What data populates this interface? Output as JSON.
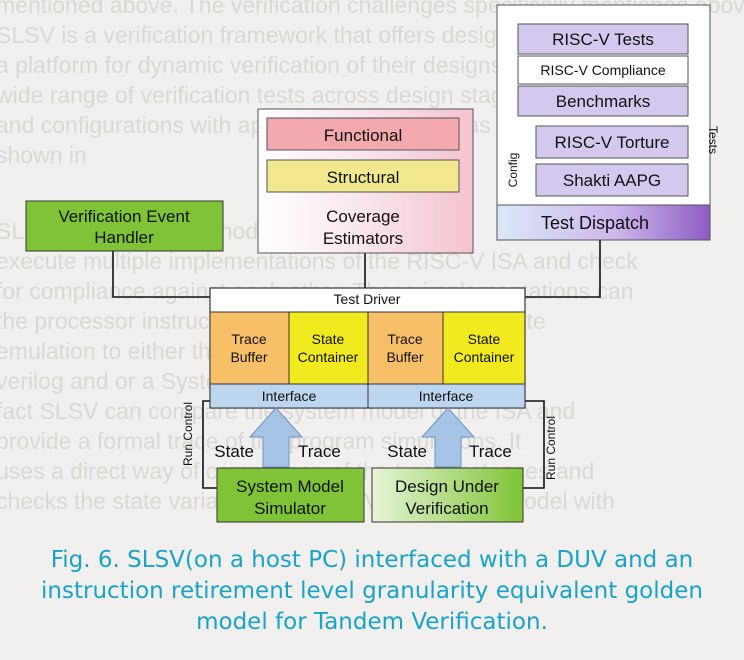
{
  "diagram": {
    "coverage": {
      "functional": "Functional",
      "structural": "Structural",
      "estimators_line1": "Coverage",
      "estimators_line2": "Estimators"
    },
    "riscv": {
      "tests": "RISC-V Tests",
      "compliance": "RISC-V Compliance",
      "benchmarks": "Benchmarks",
      "torture": "RISC-V Torture",
      "aapg": "Shakti AAPG",
      "dispatch": "Test Dispatch",
      "config": "Config",
      "tests_arrow": "Tests"
    },
    "event_handler": {
      "line1": "Verification Event",
      "line2": "Handler"
    },
    "test_driver": {
      "title": "Test Driver",
      "trace_buffer_line1": "Trace",
      "trace_buffer_line2": "Buffer",
      "state_container_line1": "State",
      "state_container_line2": "Container",
      "interface": "Interface"
    },
    "run_control": "Run Control",
    "state": "State",
    "trace": "Trace",
    "system_model": {
      "line1": "System Model",
      "line2": "Simulator"
    },
    "duv": {
      "line1": "Design Under",
      "line2": "Verification"
    }
  },
  "caption": {
    "line1": "Fig. 6. SLSV(on a host PC) interfaced with a DUV and an",
    "line2": "instruction retirement level granularity equivalent golden",
    "line3": "model for Tandem Verification."
  },
  "colors": {
    "coverage_pink": "#f4a9ae",
    "yellow": "#f1ea1f",
    "orange": "#f7bf68",
    "green": "#7fc436",
    "lavender": "#d4c8ee",
    "purple": "#8e5cc4",
    "interface_blue": "#bcd6ef",
    "arrow_blue": "#a6c4e6",
    "caption": "#1aa3c8"
  },
  "background_text": [
    "mentioned above. The verification challenges specifically mentioned above",
    "SLSV is a verification framework that offers designers",
    "a platform for dynamic verification of their designs over a",
    "wide range of verification tests across design stages",
    "and configurations with appropriate interfaces as",
    "shown in",
    "",
    "SLSV proposes a method which allows one to",
    "execute multiple implementations of the RISC-V ISA and check",
    "for compliance against each other. These implementations can",
    "the processor instruction simulator or a cycle accurate",
    "emulation to either the generated",
    "verilog and or a SystemVerilog representation. In",
    "fact SLSV can compare the system model of the ISA and",
    "provide a formal trace of the program simulations. It",
    "uses a direct way of comparison of the trace instances and",
    "checks the state variables of the DUV against the model with"
  ]
}
